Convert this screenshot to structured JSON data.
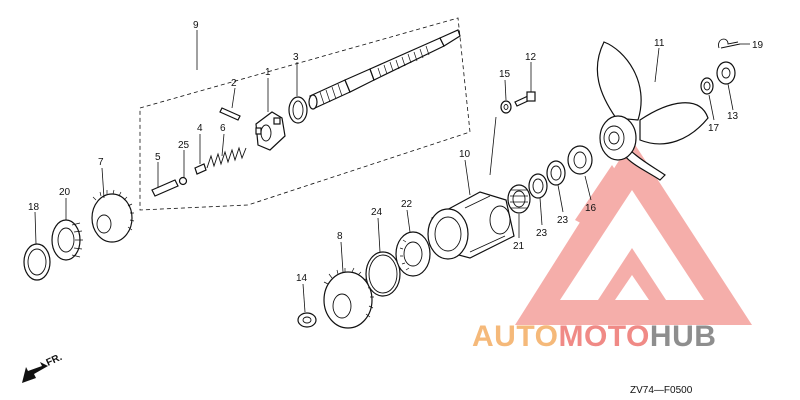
{
  "diagram": {
    "code": "ZV74—F0500",
    "direction_label": "FR."
  },
  "callouts": [
    {
      "id": "c1",
      "text": "1"
    },
    {
      "id": "c2",
      "text": "2"
    },
    {
      "id": "c3",
      "text": "3"
    },
    {
      "id": "c4",
      "text": "4"
    },
    {
      "id": "c5",
      "text": "5"
    },
    {
      "id": "c6",
      "text": "6"
    },
    {
      "id": "c7",
      "text": "7"
    },
    {
      "id": "c8",
      "text": "8"
    },
    {
      "id": "c9",
      "text": "9"
    },
    {
      "id": "c10",
      "text": "10"
    },
    {
      "id": "c11",
      "text": "11"
    },
    {
      "id": "c12",
      "text": "12"
    },
    {
      "id": "c13",
      "text": "13"
    },
    {
      "id": "c14",
      "text": "14"
    },
    {
      "id": "c15",
      "text": "15"
    },
    {
      "id": "c16",
      "text": "16"
    },
    {
      "id": "c17",
      "text": "17"
    },
    {
      "id": "c18",
      "text": "18"
    },
    {
      "id": "c19",
      "text": "19"
    },
    {
      "id": "c20",
      "text": "20"
    },
    {
      "id": "c21",
      "text": "21"
    },
    {
      "id": "c22",
      "text": "22"
    },
    {
      "id": "c23a",
      "text": "23"
    },
    {
      "id": "c23b",
      "text": "23"
    },
    {
      "id": "c24",
      "text": "24"
    },
    {
      "id": "c25",
      "text": "25"
    }
  ],
  "watermark": {
    "part1": "AUTO",
    "part2": "MOTO",
    "part3": "HUB",
    "colors": {
      "orange": "#f5b97a",
      "red": "#f08a86",
      "gray": "#8e8e8e"
    }
  }
}
